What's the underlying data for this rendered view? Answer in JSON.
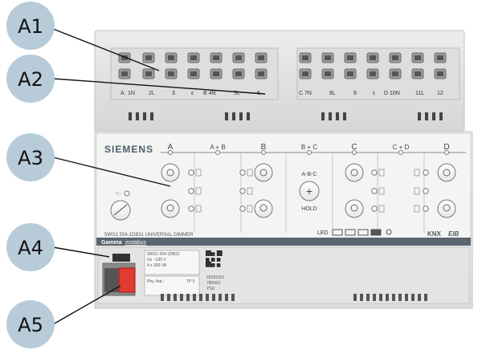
{
  "callouts": [
    {
      "id": "A1",
      "label": "A1"
    },
    {
      "id": "A2",
      "label": "A2"
    },
    {
      "id": "A3",
      "label": "A3"
    },
    {
      "id": "A4",
      "label": "A4"
    },
    {
      "id": "A5",
      "label": "A5"
    }
  ],
  "device": {
    "brand": "SIEMENS",
    "model_label": "5WG1 554-1DB31 UNIVERSAL DIMMER",
    "series": "Gamma",
    "series_sub": "instabus",
    "knx": "KNX",
    "eib": "EIB",
    "led_label": "LED",
    "hold_label": "HOLD",
    "abc_label": "A-B-C",
    "channels": [
      "A",
      "A + B",
      "B",
      "B + C",
      "C",
      "C + D",
      "D"
    ],
    "terminals_top_left": [
      "1N",
      "2L",
      "3",
      "B 4N",
      "5L",
      "6"
    ],
    "terminals_top_right": [
      "C 7N",
      "8L",
      "9",
      "D 10N",
      "11L",
      "12"
    ],
    "terminal_sep": "ε",
    "terminal_first": "A",
    "label_plate": {
      "line1": "5WG1 554-1DB31",
      "line2": "Un ~230 V",
      "line3": "4 x 300 VA",
      "phy_adr": "Phy. Adr.:",
      "tp": "TP 5"
    },
    "date_code": {
      "line1": "20181201",
      "line2": "780N01",
      "line3": "YSU"
    }
  }
}
